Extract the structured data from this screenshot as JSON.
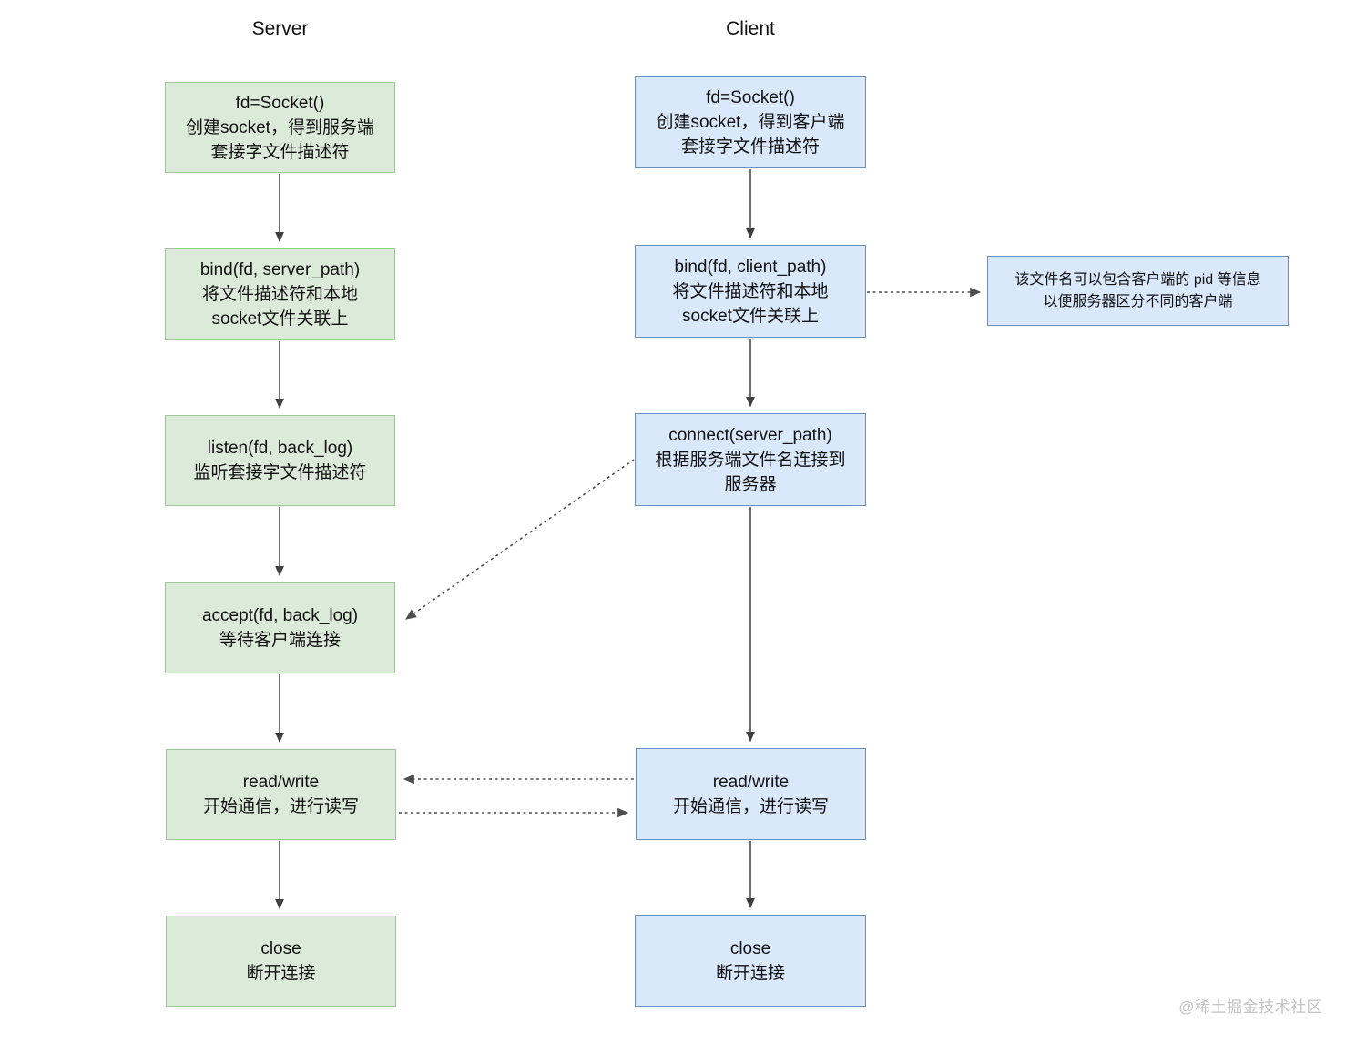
{
  "server": {
    "title": "Server",
    "boxes": [
      {
        "lines": [
          "fd=Socket()",
          "创建socket，得到服务端",
          "套接字文件描述符"
        ]
      },
      {
        "lines": [
          "bind(fd, server_path)",
          "将文件描述符和本地",
          "socket文件关联上"
        ]
      },
      {
        "lines": [
          "listen(fd, back_log)",
          "监听套接字文件描述符"
        ]
      },
      {
        "lines": [
          "accept(fd, back_log)",
          "等待客户端连接"
        ]
      },
      {
        "lines": [
          "read/write",
          "开始通信，进行读写"
        ]
      },
      {
        "lines": [
          "close",
          "断开连接"
        ]
      }
    ]
  },
  "client": {
    "title": "Client",
    "boxes": [
      {
        "lines": [
          "fd=Socket()",
          "创建socket，得到客户端",
          "套接字文件描述符"
        ]
      },
      {
        "lines": [
          "bind(fd, client_path)",
          "将文件描述符和本地",
          "socket文件关联上"
        ]
      },
      {
        "lines": [
          "connect(server_path)",
          "根据服务端文件名连接到",
          "服务器"
        ]
      },
      {
        "lines": [
          "read/write",
          "开始通信，进行读写"
        ]
      },
      {
        "lines": [
          "close",
          "断开连接"
        ]
      }
    ]
  },
  "note": {
    "lines": [
      "该文件名可以包含客户端的 pid 等信息",
      "以便服务器区分不同的客户端"
    ]
  },
  "watermark": "@稀土掘金技术社区",
  "colors": {
    "server_fill": "#dcebd9",
    "server_border": "#9dc797",
    "client_fill": "#dae8fc",
    "client_border": "#6c8ebf",
    "note_fill": "#dae8fc",
    "note_border": "#6c8ebf",
    "arrow_solid": "#3f3f3f",
    "arrow_dotted": "#4d4d4d"
  }
}
